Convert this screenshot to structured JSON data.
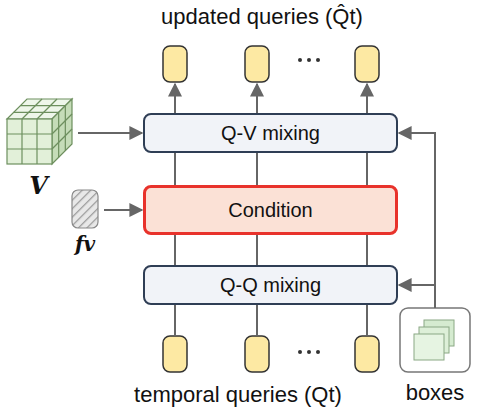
{
  "diagram": {
    "nodes": [
      {
        "text": [
          "Q-V mixing"
        ]
      },
      {
        "text": [
          "V"
        ]
      },
      {
        "text": [
          "fv"
        ]
      },
      {
        "text": [
          "Condition"
        ]
      },
      {
        "text": [
          "Q-Q mixing"
        ]
      },
      {
        "text": [
          "boxes"
        ]
      }
    ],
    "edges": [
      {
        "from": 1,
        "to": 0,
        "arrow": "to"
      },
      {
        "from": 2,
        "to": 3,
        "arrow": "to"
      },
      {
        "from": 4,
        "to": 3,
        "arrow": "none"
      },
      {
        "from": 3,
        "to": 0,
        "arrow": "none"
      },
      {
        "from": 5,
        "to": 0,
        "arrow": "to"
      },
      {
        "from": 5,
        "to": 4,
        "arrow": "to"
      }
    ],
    "labels": [
      "updated queries (Q̂t)",
      "temporal queries (Qt)"
    ]
  }
}
